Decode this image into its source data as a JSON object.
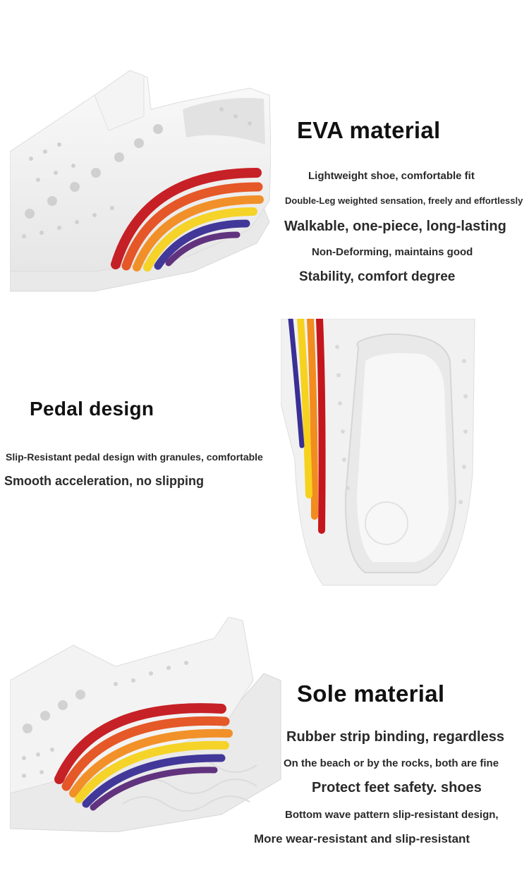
{
  "section_eva": {
    "title": "EVA material",
    "line1": "Lightweight shoe, comfortable fit",
    "line2": "Double-Leg weighted sensation, freely and effortlessly",
    "line3": "Walkable, one-piece, long-lasting",
    "line4": "Non-Deforming, maintains good",
    "line5": "Stability, comfort degree"
  },
  "section_pedal": {
    "title": "Pedal design",
    "line1": "Slip-Resistant pedal design with granules, comfortable",
    "line2": "Smooth acceleration, no slipping"
  },
  "section_sole": {
    "title": "Sole material",
    "line1": "Rubber strip binding, regardless",
    "line2": "On the beach or by the rocks, both are fine",
    "line3": "Protect feet safety. shoes",
    "line4": "Bottom wave pattern slip-resistant design,",
    "line5": "More wear-resistant and slip-resistant"
  },
  "colors": {
    "background": "#ffffff",
    "shoe": "#f1f1f1",
    "rainbow": [
      "#c4161c",
      "#e5501e",
      "#f28c1f",
      "#f6d21e",
      "#3a2f95",
      "#5a2a7a"
    ]
  }
}
